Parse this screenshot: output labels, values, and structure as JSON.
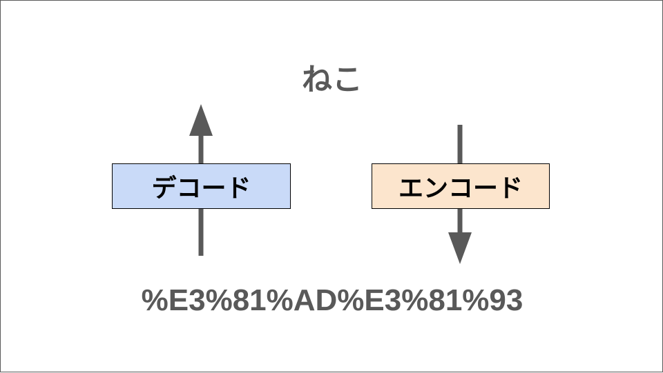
{
  "top_text": "ねこ",
  "decode_label": "デコード",
  "encode_label": "エンコード",
  "bottom_text": "%E3%81%AD%E3%81%93",
  "colors": {
    "text_gray": "#595959",
    "arrow_gray": "#595959",
    "decode_fill": "#c9daf8",
    "encode_fill": "#fce5cd"
  }
}
